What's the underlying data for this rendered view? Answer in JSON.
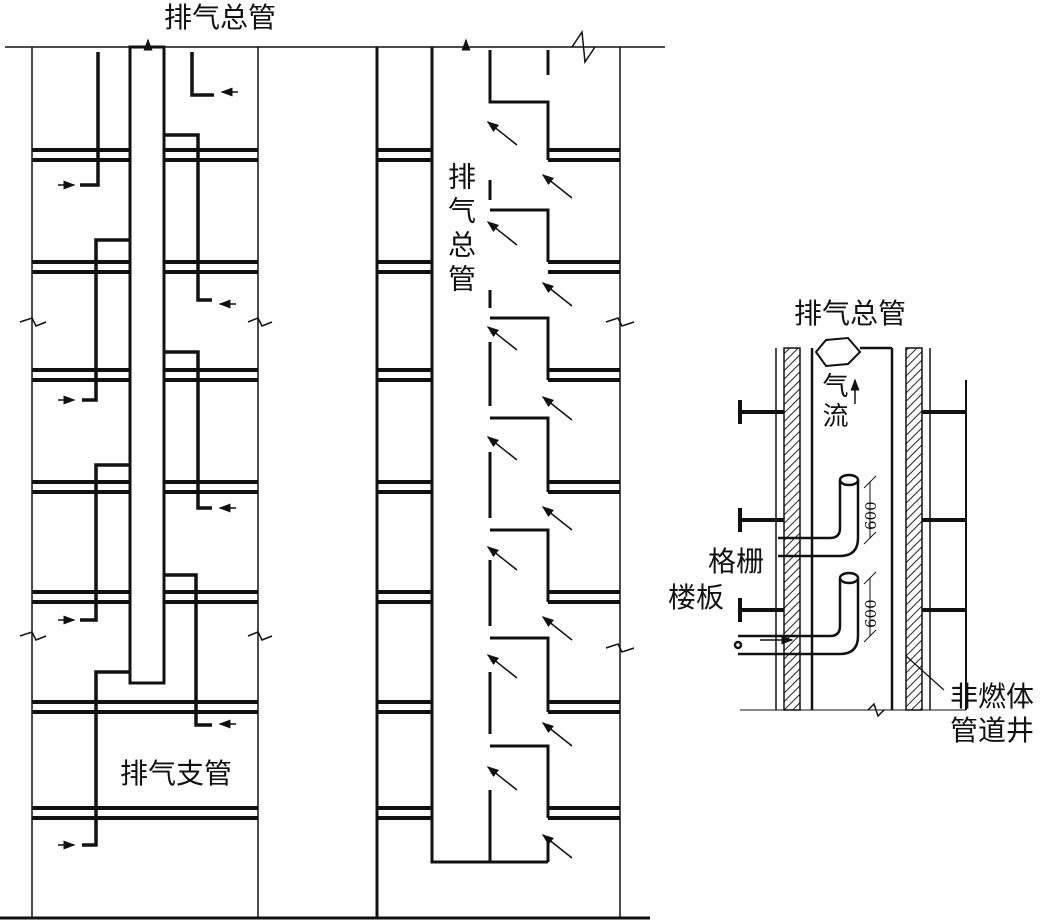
{
  "labels": {
    "main_pipe_top": "排气总管",
    "main_pipe_vertical": "排气总管",
    "branch_pipe": "排气支管",
    "detail_main_pipe": "排气总管",
    "airflow": "气流",
    "grille": "格栅",
    "floor_slab": "楼板",
    "shaft": "非燃体管道井",
    "dimension_upper": "600",
    "dimension_lower": "600"
  }
}
